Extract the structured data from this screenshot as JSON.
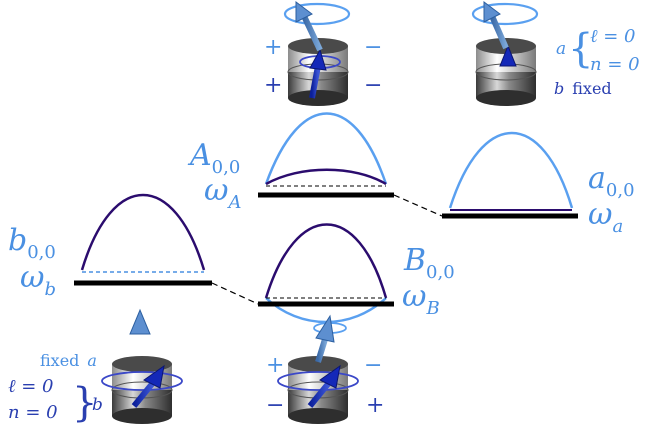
{
  "colors": {
    "light_blue": "#4a90e2",
    "curve_light": "#5aa0f0",
    "dark_purple": "#2b0c6e",
    "sign_blue": "#2a3fb0",
    "level": "#000000"
  },
  "levels": {
    "A": {
      "letter": "A",
      "sub": "0,0",
      "freq": "ω",
      "freq_sub": "A"
    },
    "a": {
      "letter": "a",
      "sub": "0,0",
      "freq": "ω",
      "freq_sub": "a"
    },
    "b": {
      "letter": "b",
      "sub": "0,0",
      "freq": "ω",
      "freq_sub": "b"
    },
    "B": {
      "letter": "B",
      "sub": "0,0",
      "freq": "ω",
      "freq_sub": "B"
    }
  },
  "annotations": {
    "top_right": {
      "label": "a",
      "l_eq": "ℓ = 0",
      "n_eq": "n = 0",
      "fixed": "b",
      "fixed_word": "fixed"
    },
    "bottom_left": {
      "fixed_word": "fixed",
      "fixed_var": "a",
      "label": "b",
      "l_eq": "ℓ = 0",
      "n_eq": "n = 0"
    }
  },
  "signs": {
    "top_plus_1": "+",
    "top_minus_1": "−",
    "top_plus_2": "+",
    "top_minus_2": "−",
    "bot_plus_1": "+",
    "bot_minus_1": "−",
    "bot_minus_2": "−",
    "bot_plus_2": "+"
  }
}
